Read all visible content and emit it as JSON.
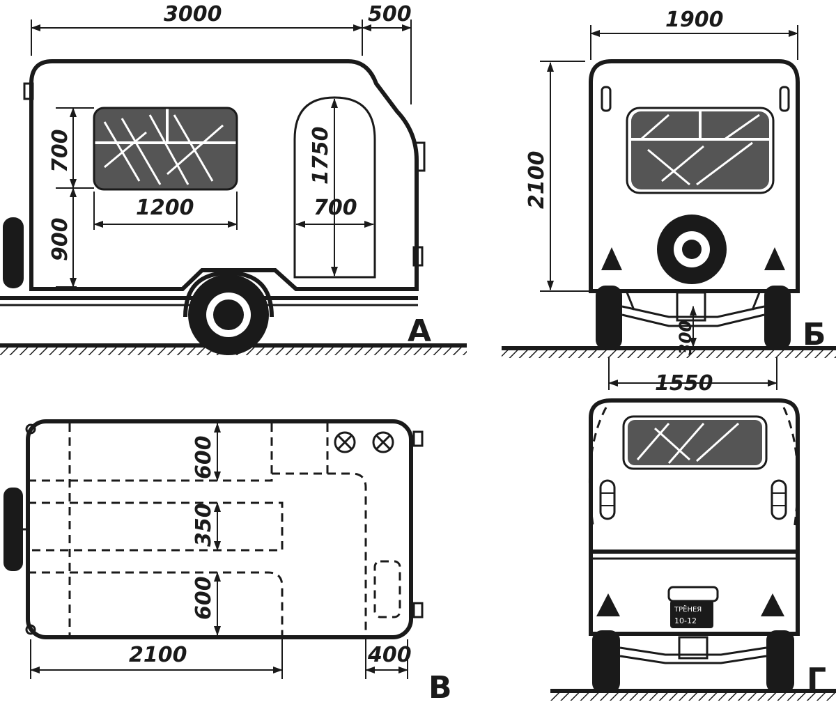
{
  "views": {
    "side": {
      "letter": "А",
      "dims": {
        "length": "3000",
        "overhang": "500",
        "window_height": "700",
        "window_width": "1200",
        "floor_height": "900",
        "door_height": "1750",
        "door_width": "700"
      }
    },
    "rear": {
      "letter": "Б",
      "dims": {
        "width": "1900",
        "height": "2100",
        "clearance": "300",
        "track": "1550"
      }
    },
    "plan": {
      "letter": "В",
      "dims": {
        "berth_top": "600",
        "aisle": "350",
        "berth_bottom": "600",
        "berth_length": "2100",
        "drawbar": "400"
      }
    },
    "front": {
      "letter": "Г",
      "plate": {
        "line1": "ТРЁНЕЯ",
        "line2": "10-12"
      }
    }
  }
}
